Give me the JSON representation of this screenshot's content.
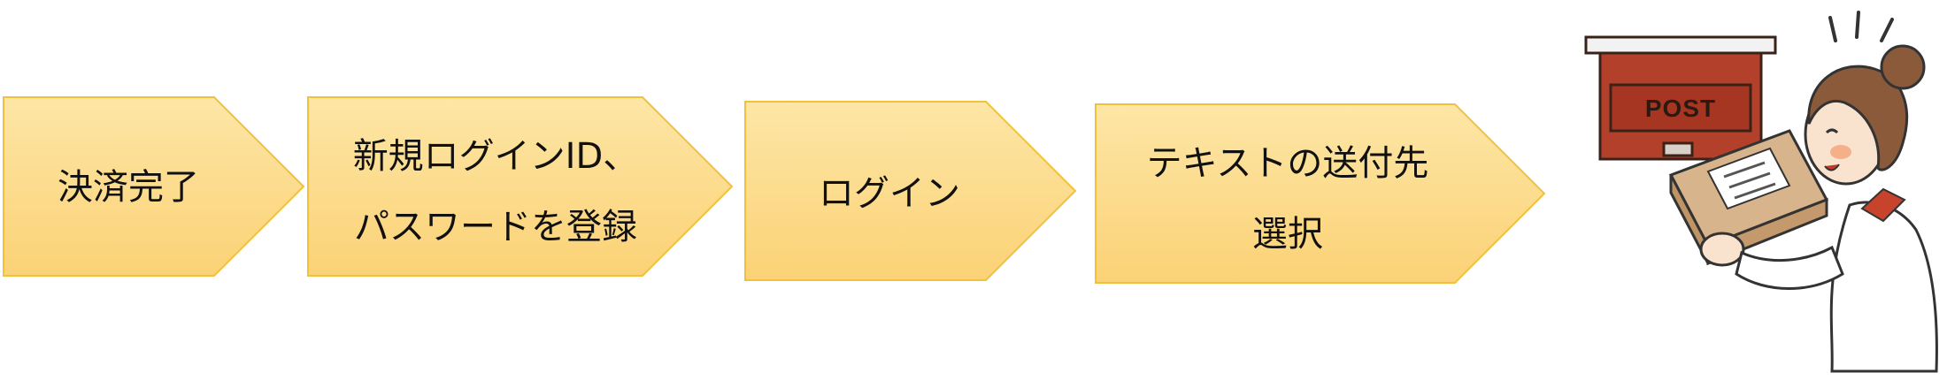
{
  "flow": {
    "steps": [
      {
        "id": "step1",
        "lines": [
          "決済完了"
        ]
      },
      {
        "id": "step2",
        "lines": [
          "新規ログインID、",
          "パスワードを登録"
        ]
      },
      {
        "id": "step3",
        "lines": [
          "ログイン"
        ]
      },
      {
        "id": "step4",
        "lines": [
          "テキストの送付先",
          "選択"
        ]
      }
    ],
    "colors": {
      "arrow_top": "#fde6a6",
      "arrow_bottom": "#fbd276",
      "arrow_stroke": "#f2c13c",
      "text": "#111111"
    }
  },
  "illustration": {
    "mailbox_label": "POST",
    "icon": "woman-mailing-package-illustration",
    "colors": {
      "mailbox": "#b2402a",
      "package": "#d8b48c",
      "hair": "#8a5a3a"
    }
  }
}
